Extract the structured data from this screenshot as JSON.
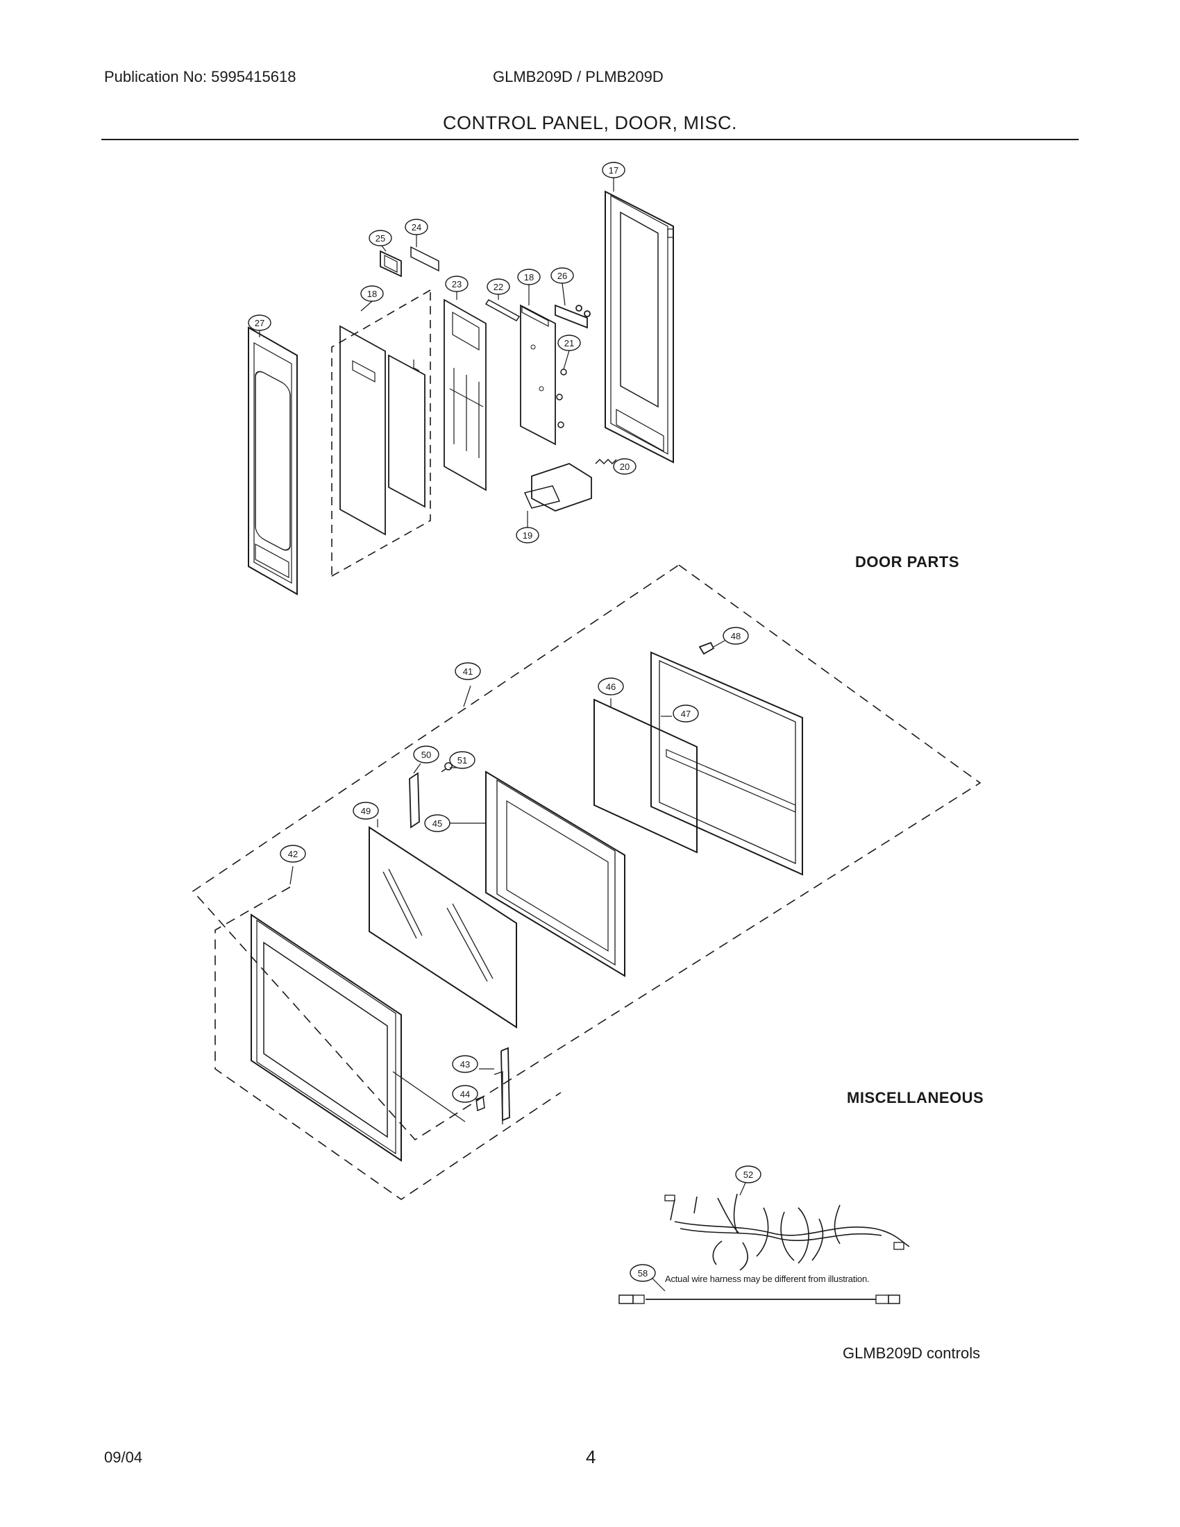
{
  "header": {
    "publication": "Publication No: 5995415618",
    "model": "GLMB209D / PLMB209D"
  },
  "title": "CONTROL PANEL, DOOR, MISC.",
  "sections": {
    "door_parts": "DOOR PARTS",
    "miscellaneous": "MISCELLANEOUS"
  },
  "harness_note": "Actual wire harness may be different from illustration.",
  "controls_caption": "GLMB209D controls",
  "footer": {
    "date": "09/04",
    "page": "4"
  },
  "callouts": {
    "c17": "17",
    "c24": "24",
    "c25": "25",
    "c18a": "18",
    "c27": "27",
    "c23": "23",
    "c22": "22",
    "c18b": "18",
    "c26": "26",
    "c21": "21",
    "c20": "20",
    "c19": "19",
    "c48": "48",
    "c41": "41",
    "c46": "46",
    "c47": "47",
    "c50": "50",
    "c51": "51",
    "c49": "49",
    "c45": "45",
    "c42": "42",
    "c43": "43",
    "c44": "44",
    "c52": "52",
    "c58": "58"
  }
}
